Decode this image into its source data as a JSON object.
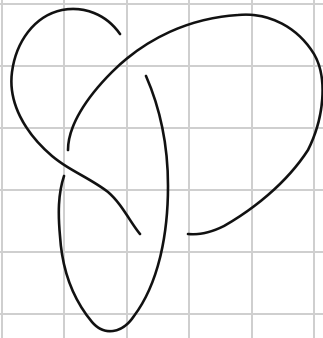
{
  "diagram": {
    "kind": "knot-diagram",
    "knot": "trefoil",
    "crossings": 3,
    "strands": 3,
    "background_color": "#ffffff",
    "grid": true,
    "grid_color": "#cfcfcf",
    "stroke_color": "#111111"
  }
}
